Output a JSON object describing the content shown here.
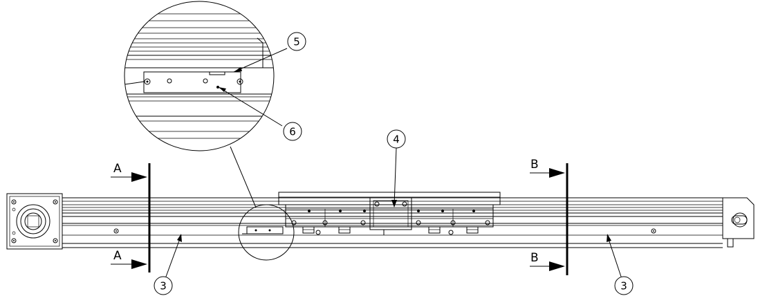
{
  "callouts": {
    "detail_top": "5",
    "detail_bottom": "6",
    "carriage": "4",
    "profile_left": "3",
    "profile_right": "3"
  },
  "sections": {
    "left_top": "A",
    "left_bottom": "A",
    "right_top": "B",
    "right_bottom": "B"
  }
}
